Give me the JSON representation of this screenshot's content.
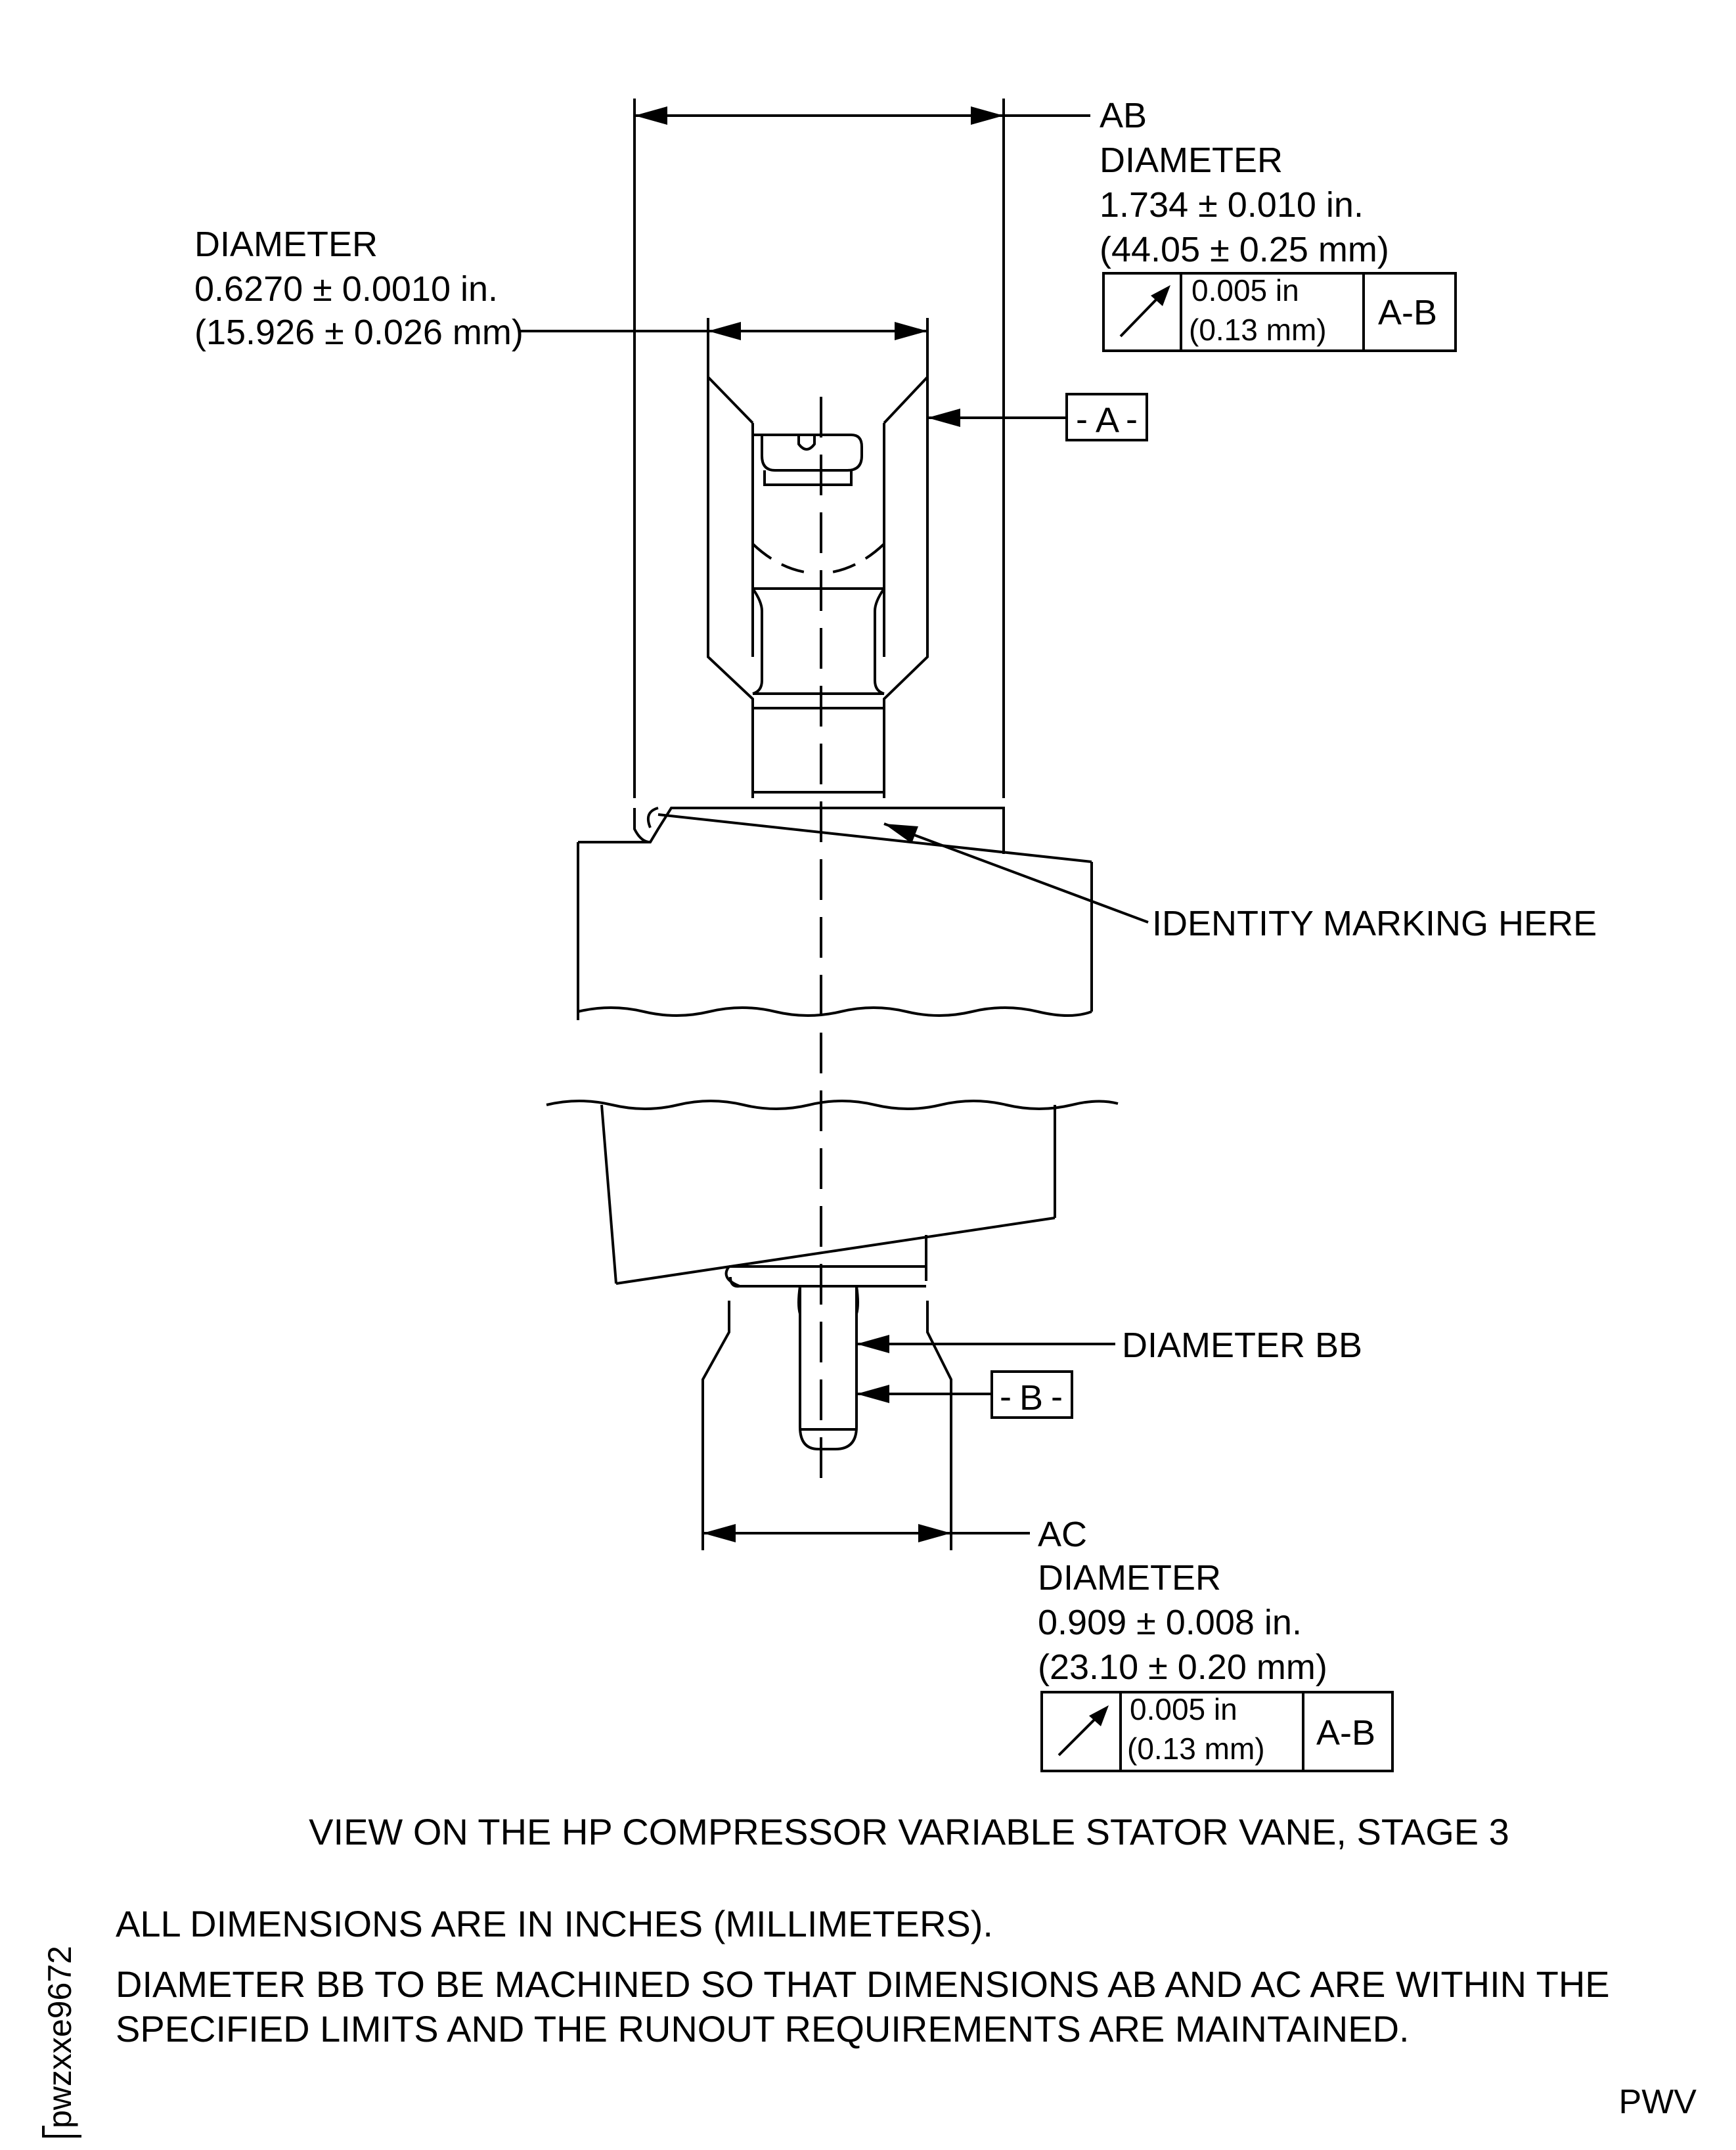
{
  "diagram": {
    "ab_label": {
      "code": "AB",
      "name": "DIAMETER",
      "inch": "1.734 ± 0.010 in.",
      "mm": "(44.05 ± 0.25 mm)"
    },
    "ab_fcf": {
      "tol_in": "0.005 in",
      "tol_mm": "(0.13 mm)",
      "datum": "A-B"
    },
    "shaft_label": {
      "name": "DIAMETER",
      "inch": "0.6270 ± 0.0010 in.",
      "mm": "(15.926 ± 0.026 mm)"
    },
    "datum_a": "A",
    "identity_marking": "IDENTITY MARKING HERE",
    "diameter_bb": "DIAMETER BB",
    "datum_b": "B",
    "ac_label": {
      "code": "AC",
      "name": "DIAMETER",
      "inch": "0.909 ± 0.008 in.",
      "mm": "(23.10 ± 0.20 mm)"
    },
    "ac_fcf": {
      "tol_in": "0.005 in",
      "tol_mm": "(0.13 mm)",
      "datum": "A-B"
    },
    "caption": "VIEW ON THE HP COMPRESSOR VARIABLE STATOR VANE, STAGE 3"
  },
  "notes": [
    "ALL DIMENSIONS ARE IN INCHES (MILLIMETERS).",
    "DIAMETER BB TO BE MACHINED SO THAT DIMENSIONS AB AND AC ARE WITHIN THE",
    "SPECIFIED LIMITS AND THE RUNOUT REQUIREMENTS ARE MAINTAINED."
  ],
  "figure_id": "pwzxxe9672",
  "footer_code": "PWV"
}
